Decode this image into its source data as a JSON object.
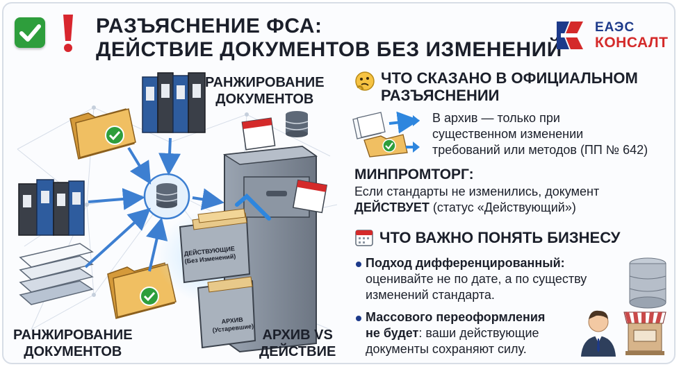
{
  "header": {
    "title_line1": "РАЗЪЯСНЕНИЕ ФСА:",
    "title_line2": "ДЕЙСТВИЕ ДОКУМЕНТОВ БЕЗ ИЗМЕНЕНИЙ",
    "check_icon": "check-mark-icon",
    "warning_icon": "exclamation-icon"
  },
  "logo": {
    "line1": "ЕАЭС",
    "line2": "КОНСАЛТ",
    "colors": {
      "blue": "#1d3a8a",
      "red": "#d42a2a"
    }
  },
  "illustration": {
    "top_label_line1": "РАНЖИРОВАНИЕ",
    "top_label_line2": "ДОКУМЕНТОВ",
    "bottom_left_label_line1": "РАНЖИРОВАНИЕ",
    "bottom_left_label_line2": "ДОКУМЕНТОВ",
    "bottom_right_label_line1": "АРХИВ VS",
    "bottom_right_label_line2": "ДЕЙСТВИЕ",
    "drawer_active_line1": "ДЕЙСТВУЮЩИЕ",
    "drawer_active_line2": "(Без Изменений)",
    "drawer_archive_line1": "АРХИВ",
    "drawer_archive_line2": "(Устаревшие)"
  },
  "section1": {
    "icon": "thinking-face-icon",
    "heading_line1": "ЧТО СКАЗАНО В ОФИЦИАЛЬНОМ",
    "heading_line2": "РАЗЪЯСНЕНИИ",
    "text_line1": "В архив — только при",
    "text_line2": "существенном изменении",
    "text_line3": "требований или методов (ПП № 642)"
  },
  "section2": {
    "heading": "МИНПРОМТОРГ:",
    "text_line1": "Если стандарты не изменились, документ",
    "text_bold": "ДЕЙСТВУЕТ",
    "text_rest": " (статус «Действующий»)"
  },
  "section3": {
    "icon": "calendar-icon",
    "heading": "ЧТО ВАЖНО ПОНЯТЬ БИЗНЕСУ",
    "bullet1_bold": "Подход дифференцированный",
    "bullet1_tail": ":",
    "bullet1_line2": "оценивайте не по дате, а по существу",
    "bullet1_line3": "изменений стандарта.",
    "bullet2_bold_line1": "Массового переоформления",
    "bullet2_bold_line2": "не будет",
    "bullet2_rest": ": ваши действующие",
    "bullet2_line3": "документы сохраняют силу."
  }
}
